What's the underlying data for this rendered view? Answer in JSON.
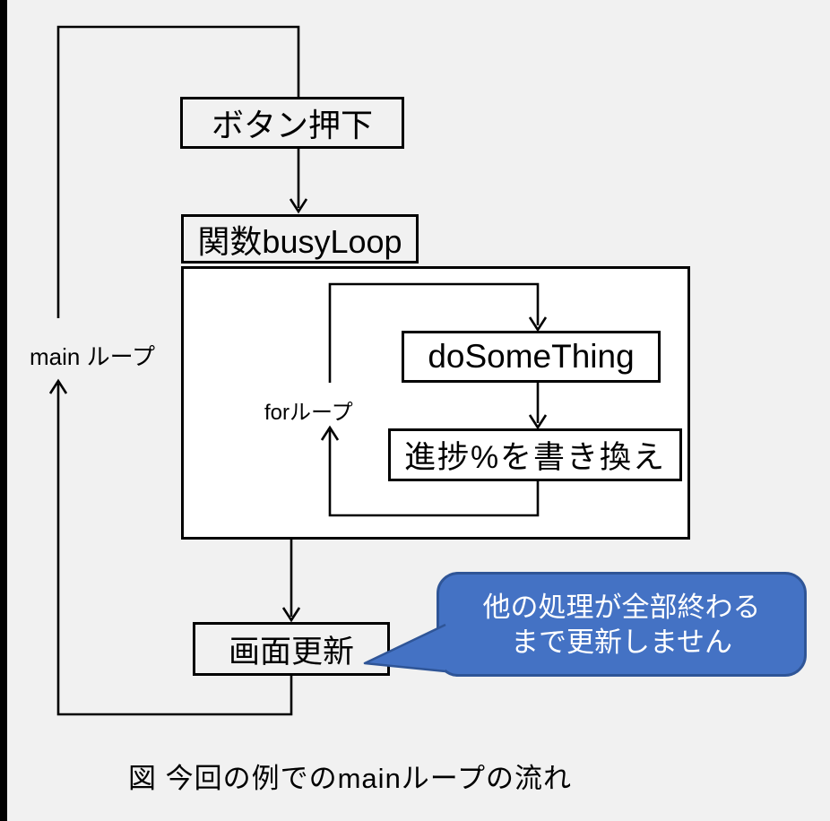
{
  "diagram": {
    "caption": "図 今回の例でのmainループの流れ",
    "nodes": {
      "button_press": "ボタン押下",
      "busy_loop_function": "関数busyLoop",
      "do_some_thing": "doSomeThing",
      "update_progress": "進捗%を書き換え",
      "screen_update": "画面更新"
    },
    "loop_labels": {
      "main_loop": "main ループ",
      "for_loop": "forループ"
    },
    "callout": {
      "line1": "他の処理が全部終わる",
      "line2": "まで更新しません",
      "fill_color": "#4472c4",
      "border_color": "#2f5597",
      "text_color": "#ffffff"
    },
    "colors": {
      "background": "#f1f1f1",
      "container_fill": "#ffffff",
      "line_color": "#000000",
      "left_strip": "#000000"
    }
  }
}
